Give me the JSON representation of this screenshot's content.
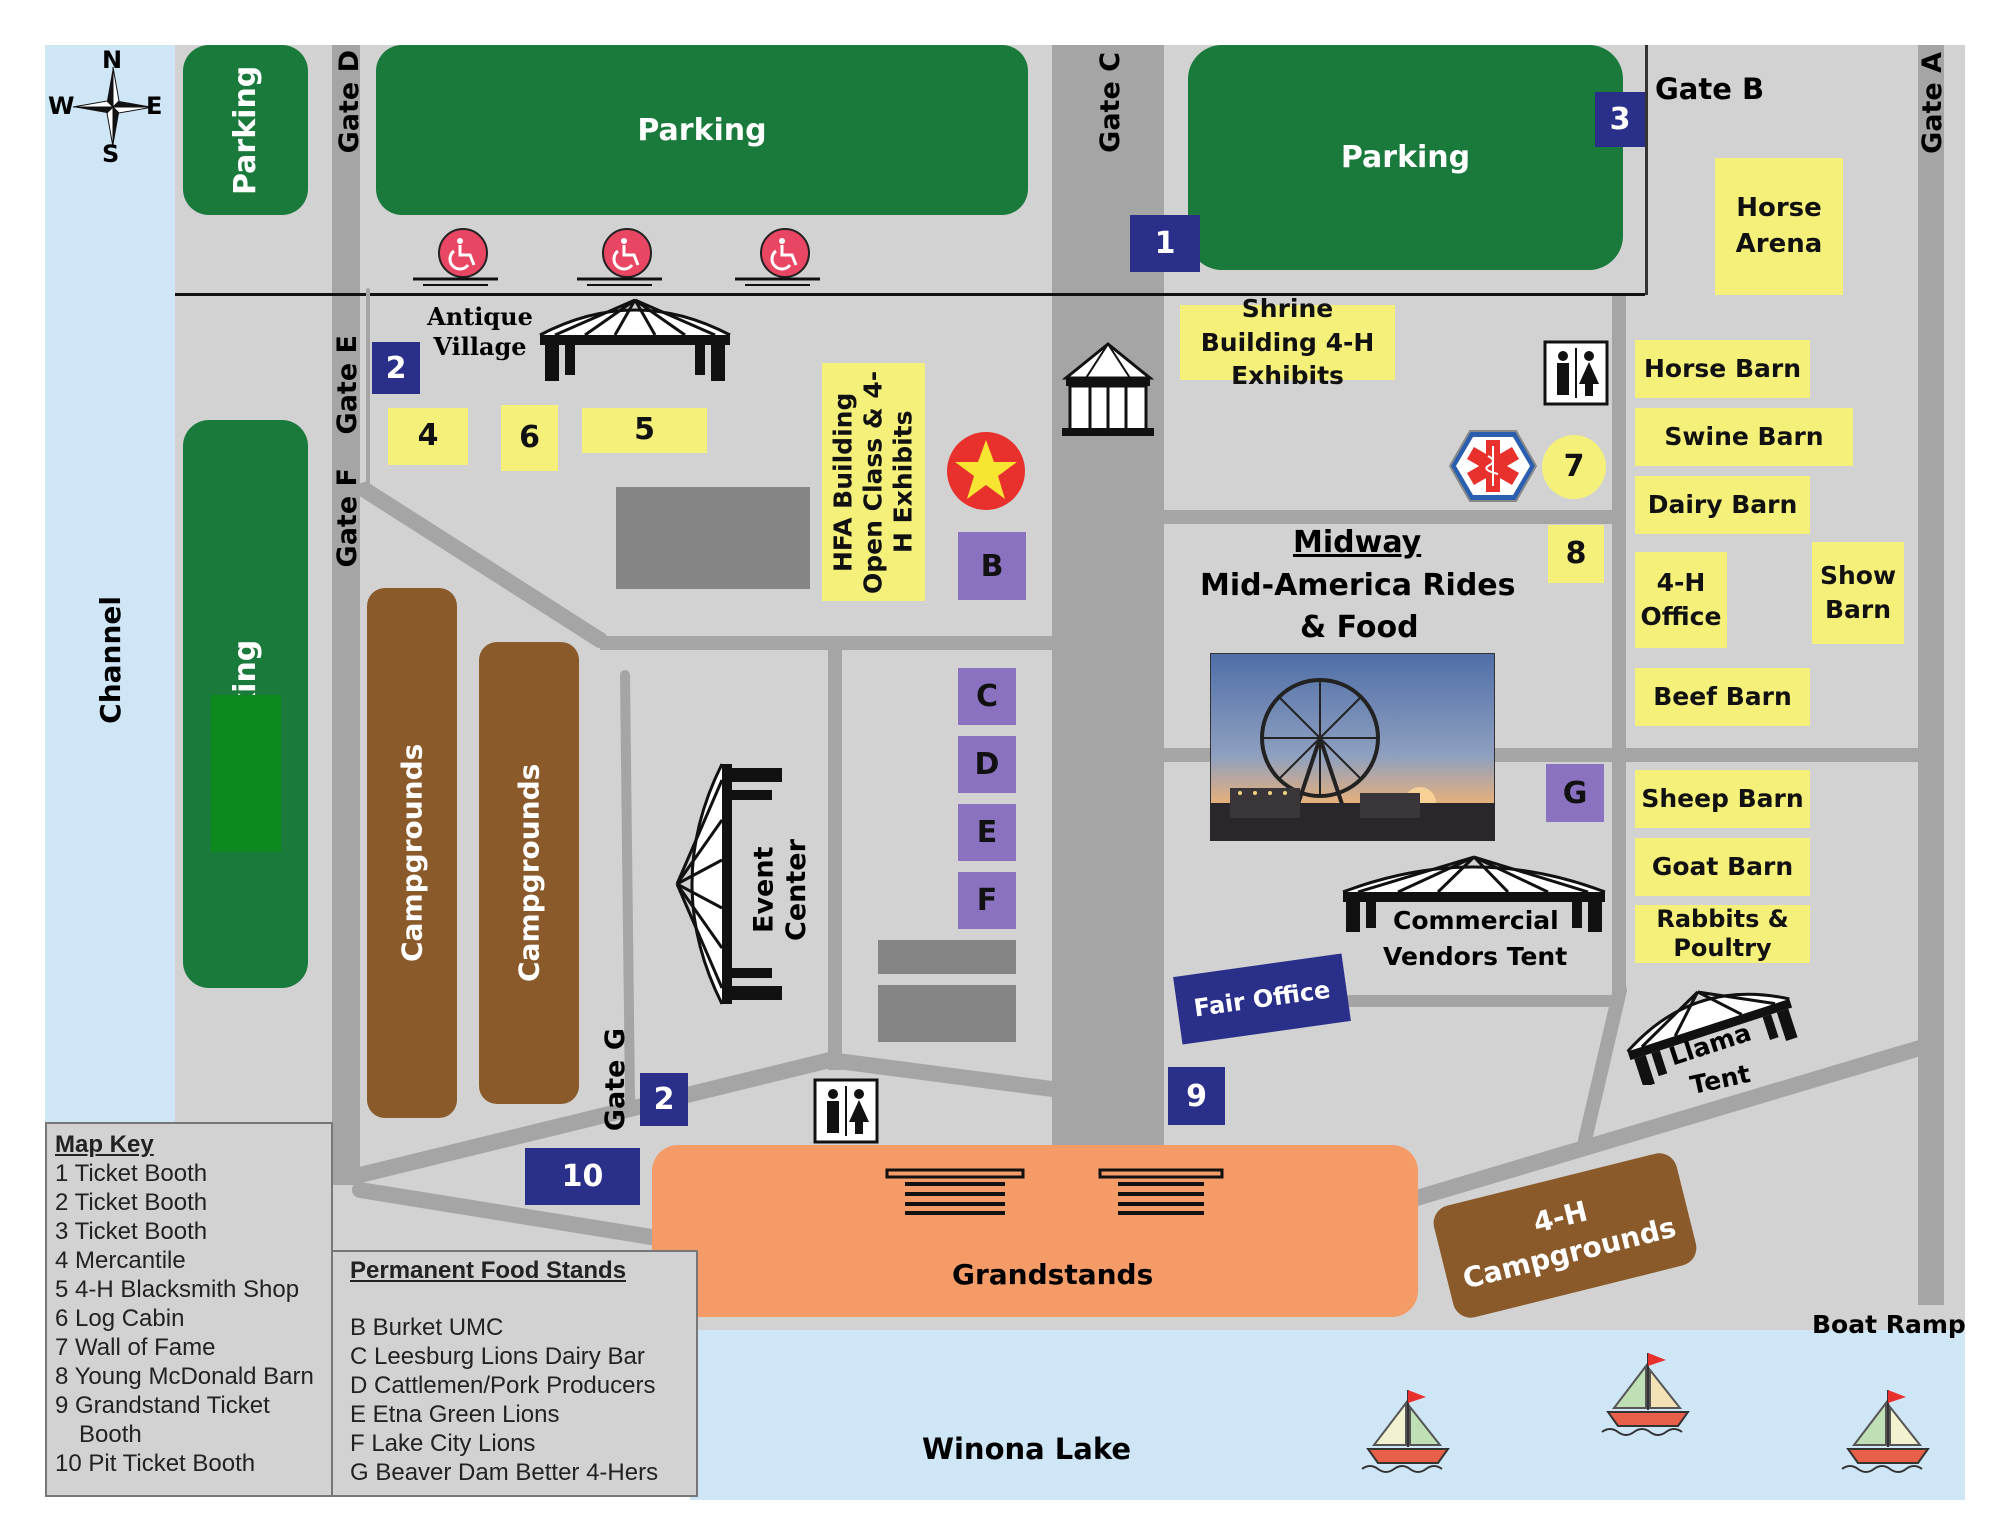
{
  "compass": {
    "n": "N",
    "s": "S",
    "e": "E",
    "w": "W"
  },
  "water": {
    "channel": "Channel",
    "lake": "Winona Lake",
    "boat_ramp": "Boat Ramp"
  },
  "gates": {
    "a": "Gate A",
    "b": "Gate B",
    "c": "Gate C",
    "d": "Gate D",
    "e": "Gate E",
    "f": "Gate F",
    "g": "Gate G"
  },
  "parking": {
    "top_left": "Parking",
    "top_center": "Parking",
    "top_right": "Parking",
    "left": "Parking"
  },
  "buildings": {
    "antique_village": "Antique Village",
    "hfa_building": "HFA Building Open Class & 4-H Exhibits",
    "shrine_building": "Shrine Building 4-H Exhibits",
    "horse_arena": "Horse Arena",
    "horse_barn": "Horse Barn",
    "swine_barn": "Swine Barn",
    "dairy_barn": "Dairy Barn",
    "office_4h": "4-H Office",
    "show_barn": "Show Barn",
    "beef_barn": "Beef Barn",
    "sheep_barn": "Sheep Barn",
    "goat_barn": "Goat Barn",
    "rabbits_poultry": "Rabbits & Poultry",
    "midway_title": "Midway",
    "midway_sub": "Mid-America Rides",
    "midway_sub2": "& Food",
    "event_center": "Event Center",
    "commercial_tent": "Commercial",
    "commercial_tent2": "Vendors Tent",
    "fair_office": "Fair Office",
    "llama_tent": "Llama",
    "llama_tent2": "Tent",
    "grandstands": "Grandstands",
    "campgrounds_1": "Campgrounds",
    "campgrounds_2": "Campgrounds",
    "campgrounds_4h": "4-H Campgrounds"
  },
  "markers": {
    "m1": "1",
    "m2a": "2",
    "m2b": "2",
    "m3": "3",
    "m4": "4",
    "m5": "5",
    "m6": "6",
    "m7": "7",
    "m8": "8",
    "m9": "9",
    "m10": "10",
    "b": "B",
    "c": "C",
    "d": "D",
    "e": "E",
    "f": "F",
    "g": "G"
  },
  "map_key": {
    "title": "Map Key",
    "items": [
      "1 Ticket Booth",
      "2 Ticket Booth",
      "3 Ticket Booth",
      "4 Mercantile",
      "5 4-H Blacksmith Shop",
      "6 Log Cabin",
      "7 Wall of Fame",
      "8 Young McDonald Barn",
      "9 Grandstand Ticket",
      "Booth",
      "10 Pit Ticket Booth"
    ]
  },
  "food_stands": {
    "title": "Permanent Food Stands",
    "items": [
      "B Burket UMC",
      "C Leesburg Lions Dairy Bar",
      "D Cattlemen/Pork Producers",
      "E Etna Green Lions",
      "F Lake City Lions",
      "G Beaver Dam Better 4-Hers"
    ]
  },
  "colors": {
    "parking": "#1a7a3c",
    "building": "#f4f07a",
    "ticket": "#2a2f8a",
    "food": "#8b72c0",
    "campground": "#8b5a2b",
    "grandstand": "#f59b68",
    "water": "#cfe6f7",
    "ground": "#d2d2d2"
  }
}
